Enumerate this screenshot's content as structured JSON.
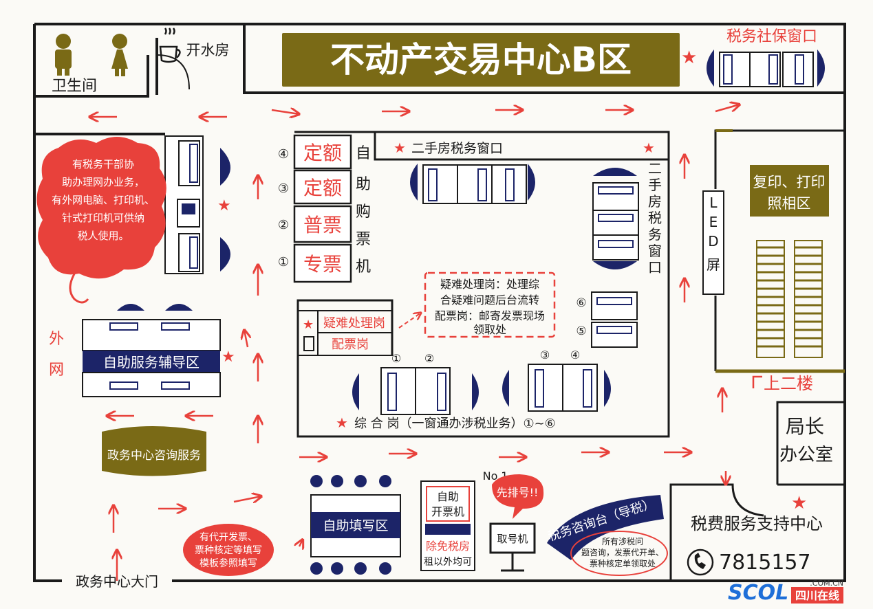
{
  "colors": {
    "red": "#e8413b",
    "navy": "#1c2468",
    "olive": "#7a6a16",
    "cream": "#fbfaf6",
    "ink": "#1a1a1a"
  },
  "title": "不动产交易中心B区",
  "rooms": {
    "restroom": "卫生间",
    "water": "开水房",
    "copy_print_photo": [
      "复印、打印",
      "照相区"
    ],
    "led": [
      "L",
      "E",
      "D",
      "屏"
    ],
    "upstairs": "上二楼",
    "director": [
      "局长",
      "办公室"
    ],
    "service_center": "税费服务支持中心",
    "phone": "7815157",
    "gate": "政务中心大门",
    "outer_net": [
      "外",
      "网"
    ]
  },
  "windows": {
    "tax_social": "税务社保窗口",
    "second_hand_top": "二手房税务窗口",
    "second_hand_side": [
      "二",
      "手",
      "房",
      "税",
      "务",
      "窗",
      "口"
    ],
    "general": "综 合 岗（一窗通办涉税业务）①~⑥"
  },
  "machines": {
    "labels": [
      "定额",
      "定额",
      "普票",
      "专票"
    ],
    "nums": [
      "④",
      "③",
      "②",
      "①"
    ],
    "vertical": [
      "自",
      "助",
      "购",
      "票",
      "机"
    ]
  },
  "posts": {
    "difficult": "疑难处理岗",
    "ticket": "配票岗",
    "note": [
      "疑难处理岗：处理综",
      "合疑难问题后台流转",
      "配票岗：邮寄发票现场",
      "领取处"
    ]
  },
  "counter_nums": [
    "①",
    "②",
    "③",
    "④",
    "⑤",
    "⑥"
  ],
  "cloud": [
    "有税务干部协",
    "助办理网办业务，",
    "有外网电脑、打印机、",
    "针式打印机可供纳",
    "税人使用。"
  ],
  "zones": {
    "self_guide": "自助服务辅导区",
    "consult": "政务中心咨询服务",
    "self_fill": "自助填写区"
  },
  "fill_note": [
    "有代开发票、",
    "票种核定等填写",
    "模板参照填写"
  ],
  "invoice_machine": {
    "label": [
      "自助",
      "开票机"
    ],
    "note": [
      "除免税房",
      "租以外均可"
    ]
  },
  "queue": {
    "no": "No.1",
    "bubble": "先排号!!",
    "machine": "取号机"
  },
  "consult_desk": {
    "label": "税务咨询台（导税）",
    "note": [
      "所有涉税问",
      "题咨询，发票代开单、",
      "票种核定单领取处"
    ]
  },
  "logo": {
    "domain": ".COM.CN",
    "brand": "SCOL",
    "cn": "四川在线"
  }
}
